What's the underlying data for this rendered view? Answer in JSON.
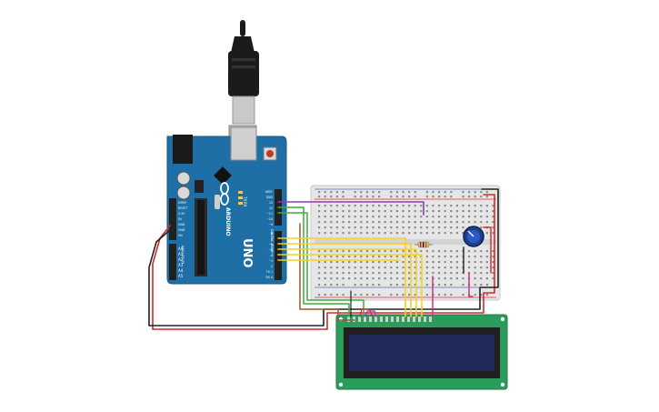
{
  "arduino": {
    "brand": "ARDUINO",
    "model": "UNO",
    "tx_label": "TX",
    "rx_label": "RX",
    "l_label": "L",
    "on_label": "ON",
    "digital_label": "DIGITAL (PWM~)",
    "analog_label": "ANALOG IN",
    "power_labels": [
      "IOREF",
      "RESET",
      "3.3V",
      "5V",
      "GND",
      "GND",
      "Vin"
    ],
    "analog_pins": [
      "A0",
      "A1",
      "A2",
      "A3",
      "A4",
      "A5"
    ],
    "digital_pins": [
      "AREF",
      "GND",
      "13",
      "12",
      "~11",
      "~10",
      "~9",
      "8",
      "7",
      "~6",
      "~5",
      "4",
      "~3",
      "2",
      "TX 1",
      "RX 0"
    ]
  },
  "colors": {
    "board": "#1d6fa5",
    "breadboard": "#e6e6e6",
    "lcd_pcb": "#2a9d5c",
    "lcd_screen": "#1f2a5a",
    "wire_yellow": "#f5d21f",
    "wire_purple": "#8e3fae",
    "wire_green": "#3cae3c",
    "wire_red": "#d22a2a",
    "wire_black": "#222222",
    "wire_brown": "#9a5a28",
    "wire_magenta": "#c8348a"
  }
}
